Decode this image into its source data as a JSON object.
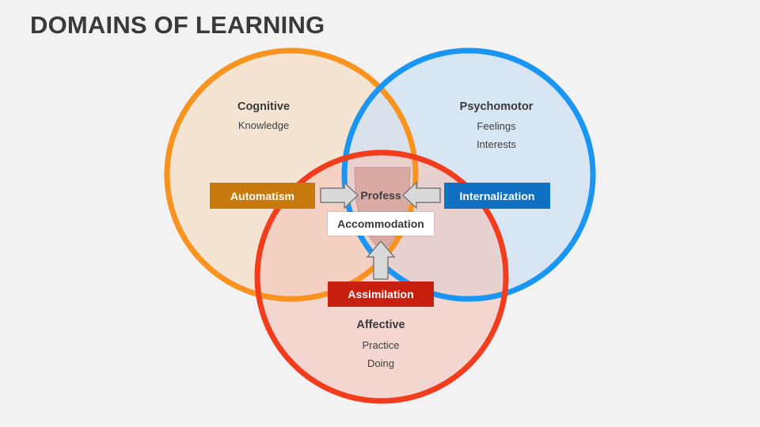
{
  "title": "DOMAINS OF LEARNING",
  "circles": [
    {
      "heading": "Cognitive",
      "items": [
        "Knowledge"
      ],
      "color": "#f7931e",
      "fill": "#f7e2cc"
    },
    {
      "heading": "Psychomotor",
      "items": [
        "Feelings",
        "Interests"
      ],
      "color": "#1b95f2",
      "fill": "#cfe2f3"
    },
    {
      "heading": "Affective",
      "items": [
        "Practice",
        "Doing"
      ],
      "color": "#f23c1e",
      "fill": "#f5d0c8"
    }
  ],
  "boxes": {
    "automatism": {
      "label": "Automatism",
      "color": "#c97a0c"
    },
    "internalization": {
      "label": "Internalization",
      "color": "#0f6fc1"
    },
    "assimilation": {
      "label": "Assimilation",
      "color": "#c8200e"
    },
    "accommodation": {
      "label": "Accommodation",
      "color": "#ffffff"
    }
  },
  "center": {
    "label": "Profess"
  }
}
